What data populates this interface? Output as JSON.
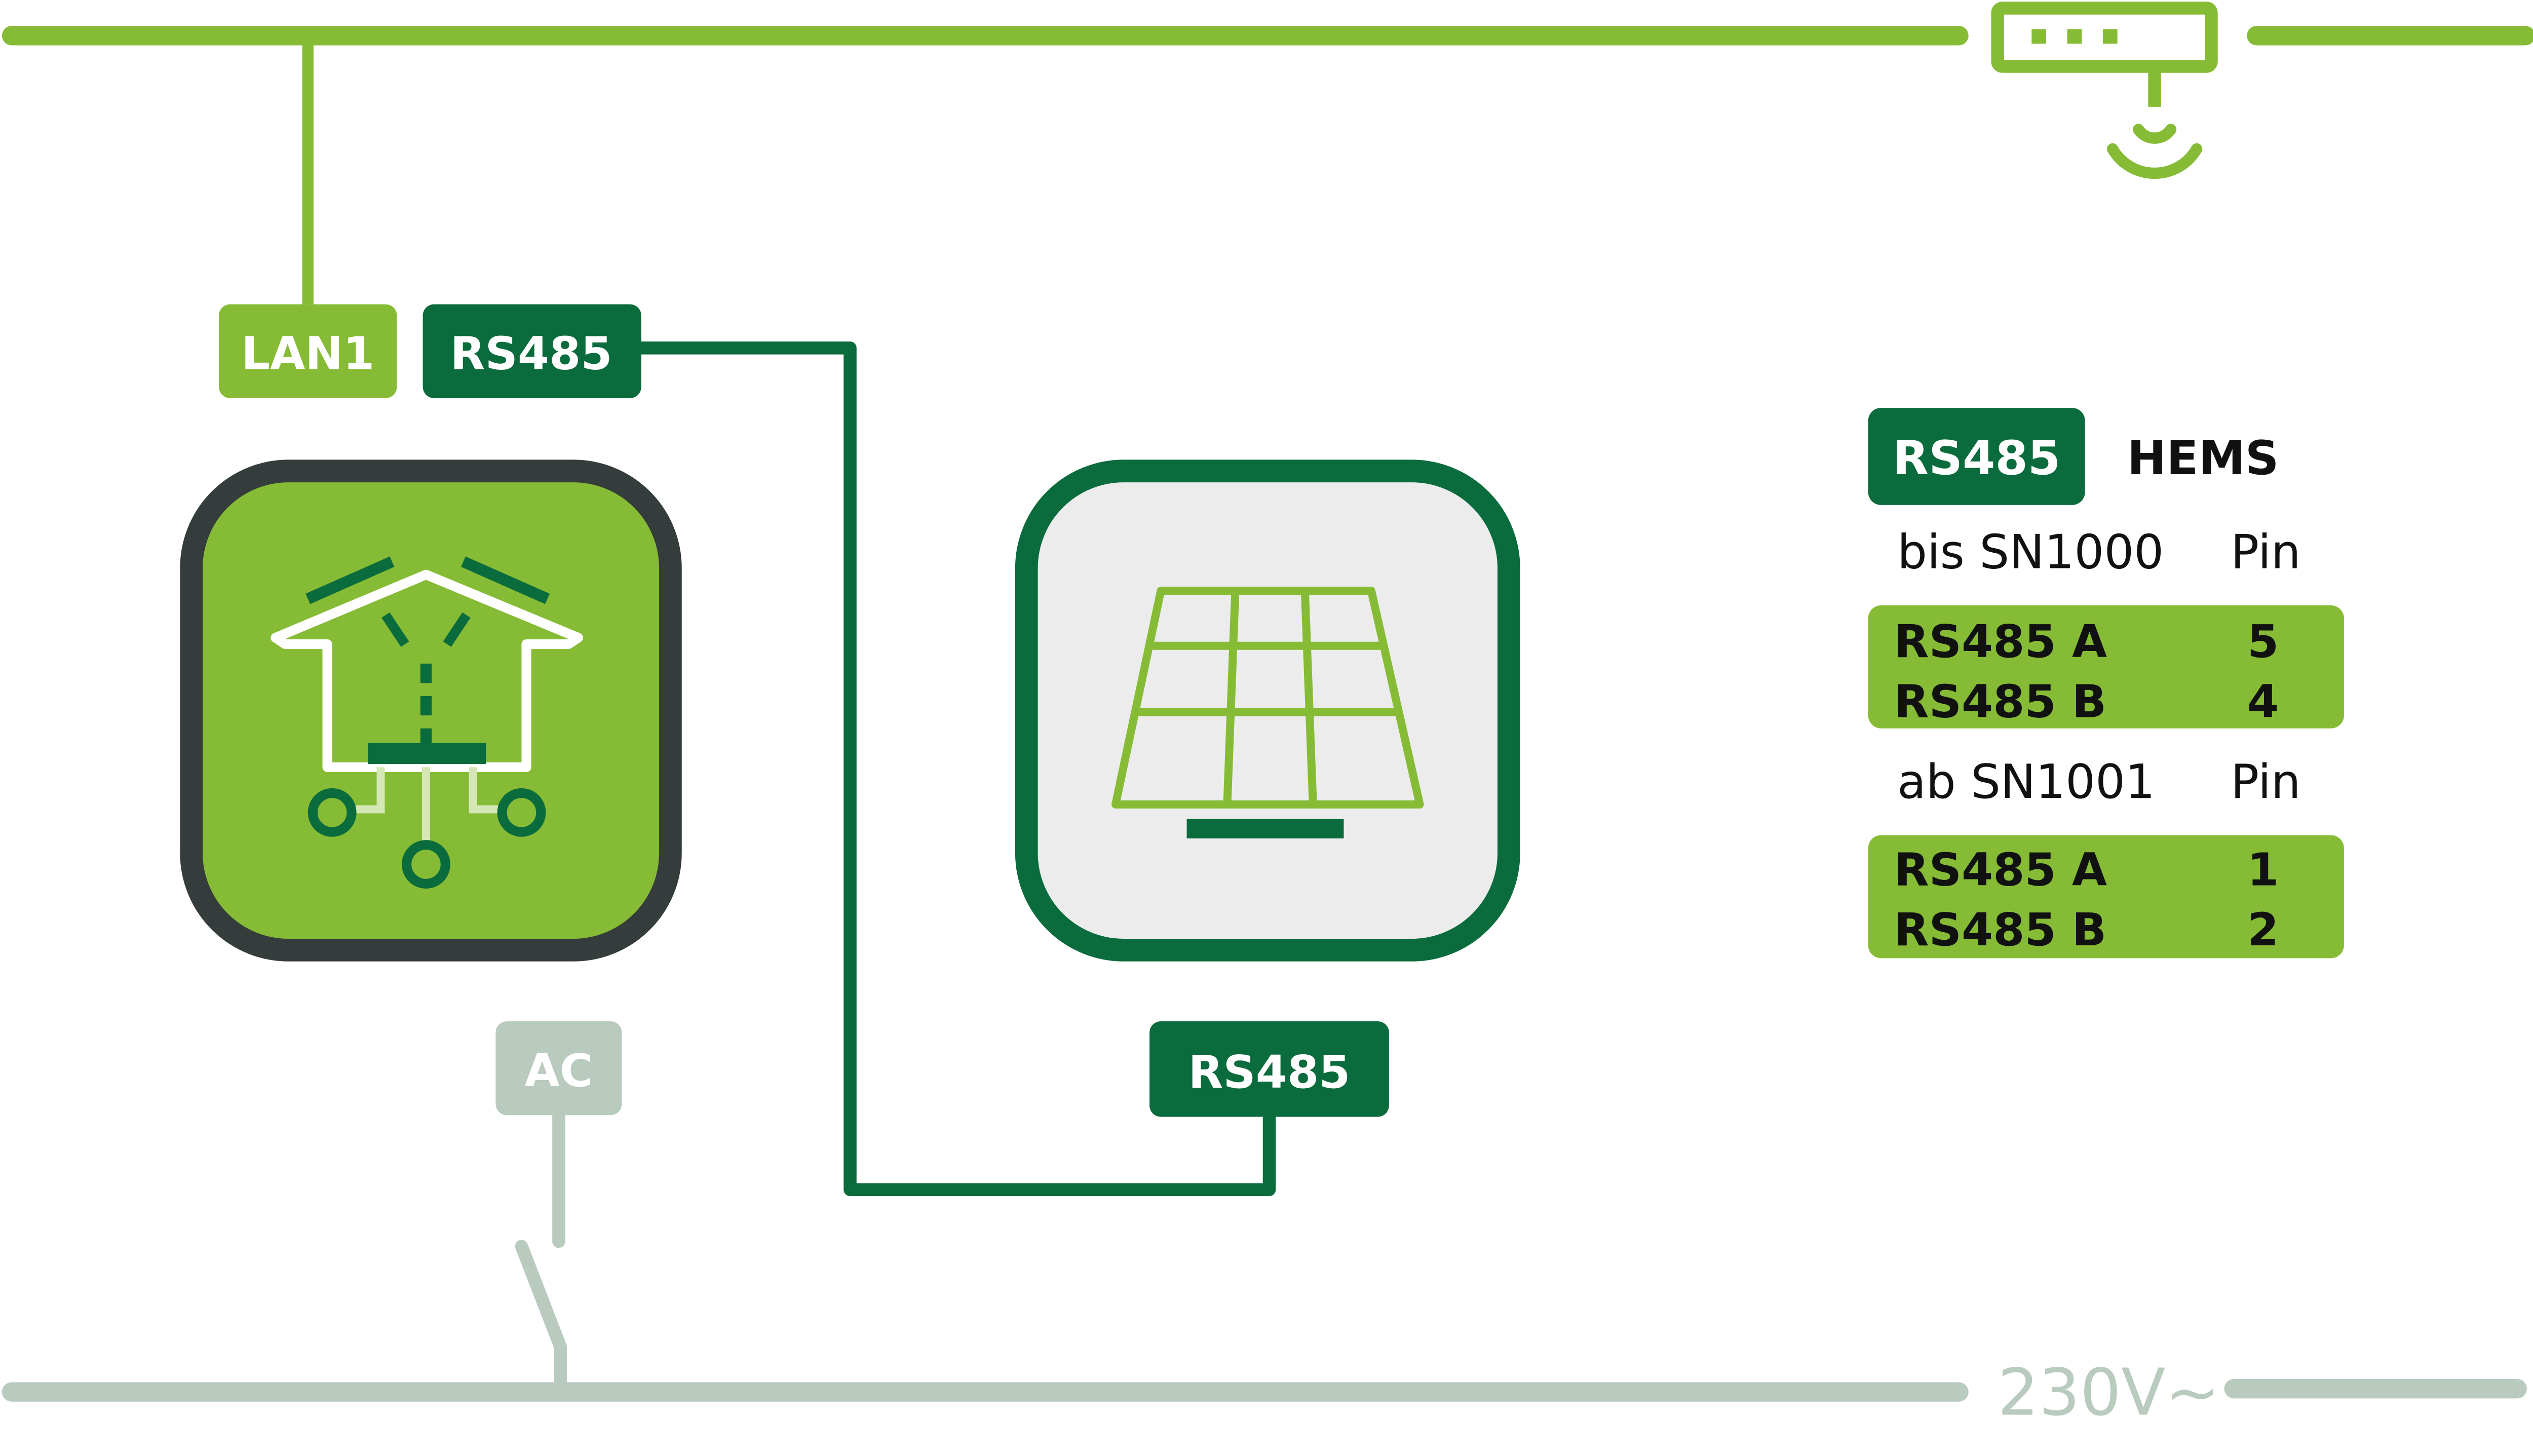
{
  "colors": {
    "light_green": "#86bc35",
    "dark_green": "#0a6b3c",
    "dark_frame": "#343d3b",
    "gray_green": "#b9cabe",
    "panel_bg": "#ececec",
    "white": "#ffffff",
    "black": "#111111"
  },
  "labels": {
    "lan1": "LAN1",
    "rs485_hub": "RS485",
    "rs485_pv": "RS485",
    "ac": "AC",
    "voltage": "230V~"
  },
  "table": {
    "badge": "RS485",
    "title": "HEMS",
    "sections": [
      {
        "header": "bis SN1000",
        "pin_header": "Pin",
        "rows": [
          {
            "signal": "RS485 A",
            "pin": "5"
          },
          {
            "signal": "RS485 B",
            "pin": "4"
          }
        ]
      },
      {
        "header": "ab SN1001",
        "pin_header": "Pin",
        "rows": [
          {
            "signal": "RS485 A",
            "pin": "1"
          },
          {
            "signal": "RS485 B",
            "pin": "2"
          }
        ]
      }
    ]
  },
  "icons": {
    "router": "router-wifi-icon",
    "hems": "smart-home-hub-icon",
    "pv": "solar-panel-icon",
    "switch": "switch-icon"
  }
}
